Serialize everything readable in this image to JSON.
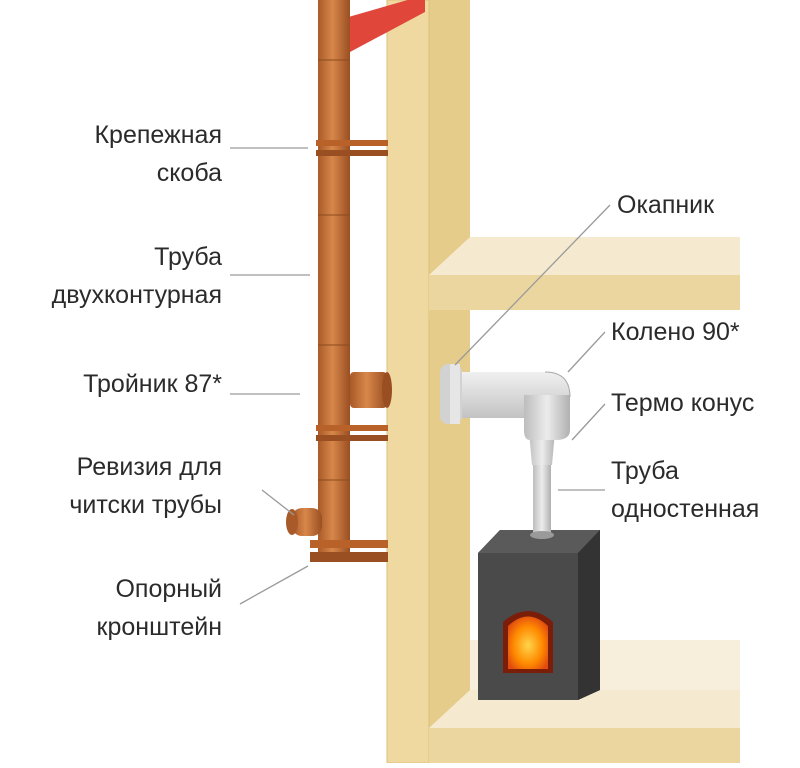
{
  "labels": {
    "fastening_bracket": [
      "Крепежная",
      "скоба"
    ],
    "double_pipe": [
      "Труба",
      "двухконтурная"
    ],
    "tee": [
      "Тройник 87*"
    ],
    "revision": [
      "Ревизия для",
      "читски трубы"
    ],
    "support_bracket": [
      "Опорный",
      "кронштейн"
    ],
    "drip_cap": [
      "Окапник"
    ],
    "elbow": [
      "Колено 90*"
    ],
    "thermo_cone": [
      "Термо конус"
    ],
    "single_pipe": [
      "Труба",
      "одностенная"
    ]
  },
  "colors": {
    "wall_face": "#f0d9a0",
    "wall_side": "#e6cc8a",
    "floor_top": "#f5ead0",
    "chimney_pipe": "#c8743a",
    "chimney_shadow": "#9a4f22",
    "roof": "#e0463a",
    "steel_pipe": "#d6d6d6",
    "stove_body": "#4a4a4a",
    "fire": "#ff8a00",
    "leader_line": "#9a9a9a"
  }
}
